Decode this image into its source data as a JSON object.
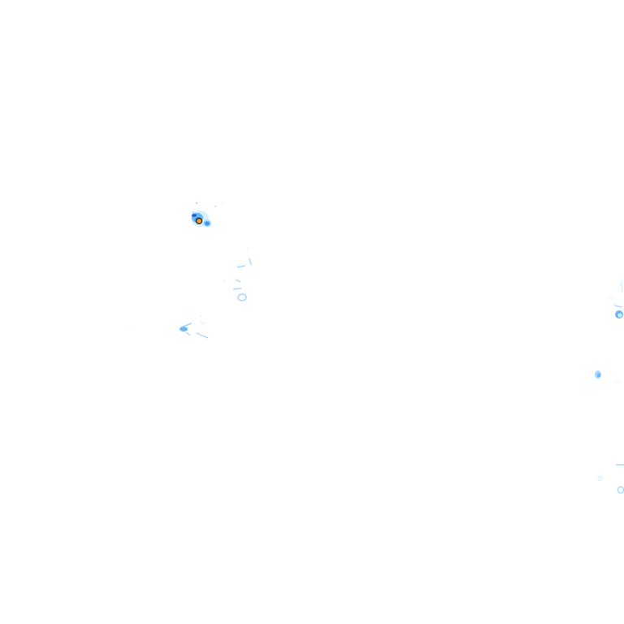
{
  "map": {
    "type": "weather-radar-overlay",
    "background": "#ffffff",
    "legend_visible": false,
    "text_visible": false
  },
  "palette": {
    "lightest": "#d6efff",
    "light": "#a6d8ff",
    "mid": "#6cb8f5",
    "medium": "#3d95e8",
    "dark": "#1f5fd1",
    "core": "#ff9b2f",
    "core_outline": "#1a1a1a"
  },
  "echo_intensities": [
    {
      "name": "storm-cell-main",
      "level": "heavy"
    },
    {
      "name": "storm-cell-east",
      "level": "moderate"
    },
    {
      "name": "scattered-echoes-central",
      "level": "light"
    },
    {
      "name": "scattered-echoes-southwest",
      "level": "light"
    },
    {
      "name": "echo-right-edge-upper",
      "level": "light"
    },
    {
      "name": "echo-right-edge-middle",
      "level": "light"
    },
    {
      "name": "echo-right-edge-lower",
      "level": "light"
    }
  ]
}
